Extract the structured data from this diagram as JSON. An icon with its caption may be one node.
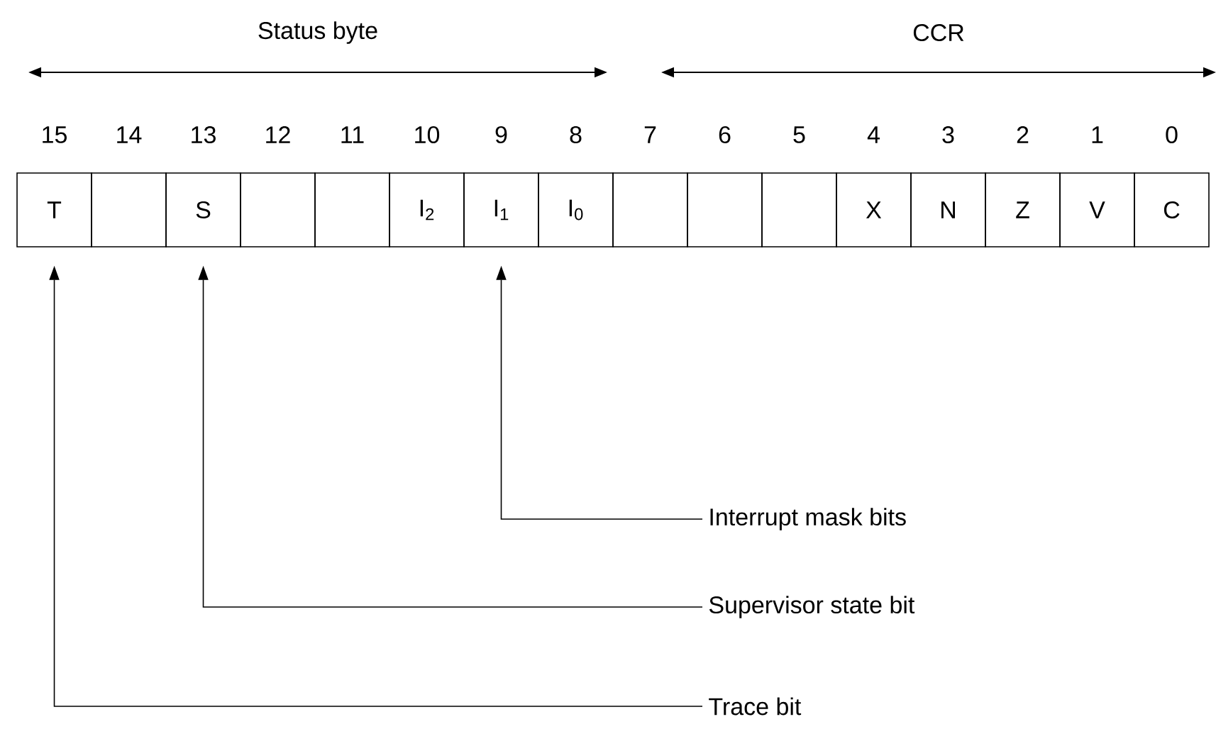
{
  "diagram": {
    "nodes": [
      {
        "text": [
          "T"
        ],
        "beside": [
          "15"
        ]
      },
      {
        "text": [],
        "shape": "box",
        "beside": [
          "14"
        ]
      },
      {
        "text": [
          "S"
        ],
        "beside": [
          "13"
        ]
      },
      {
        "text": [],
        "shape": "box",
        "beside": [
          "12"
        ]
      },
      {
        "text": [],
        "shape": "box",
        "beside": [
          "11"
        ]
      },
      {
        "text": [
          "I$_{2}$"
        ],
        "beside": [
          "10"
        ]
      },
      {
        "text": [
          "I$_{1}$"
        ],
        "beside": [
          "9"
        ]
      },
      {
        "text": [
          "I$_{0}$"
        ],
        "beside": [
          "8"
        ]
      },
      {
        "text": [],
        "shape": "box",
        "beside": [
          "7"
        ]
      },
      {
        "text": [],
        "shape": "box",
        "beside": [
          "6"
        ]
      },
      {
        "text": [],
        "shape": "box",
        "beside": [
          "5"
        ]
      },
      {
        "text": [
          "X"
        ],
        "beside": [
          "4"
        ]
      },
      {
        "text": [
          "N"
        ],
        "beside": [
          "3"
        ]
      },
      {
        "text": [
          "Z"
        ],
        "beside": [
          "2"
        ]
      },
      {
        "text": [
          "V"
        ],
        "beside": [
          "1"
        ]
      },
      {
        "text": [
          "C"
        ],
        "beside": [
          "0"
        ]
      },
      {
        "text": [
          "Interrupt mask bits"
        ]
      },
      {
        "text": [
          "Supervisor state bit"
        ]
      },
      {
        "text": [
          "Trace bit"
        ]
      }
    ],
    "edges": [
      {
        "from": 16,
        "to": 6,
        "arrow": "to"
      },
      {
        "from": 17,
        "to": 2,
        "arrow": "to"
      },
      {
        "from": 18,
        "to": 0,
        "arrow": "to"
      }
    ],
    "labels": [
      "Status byte",
      "CCR"
    ]
  }
}
